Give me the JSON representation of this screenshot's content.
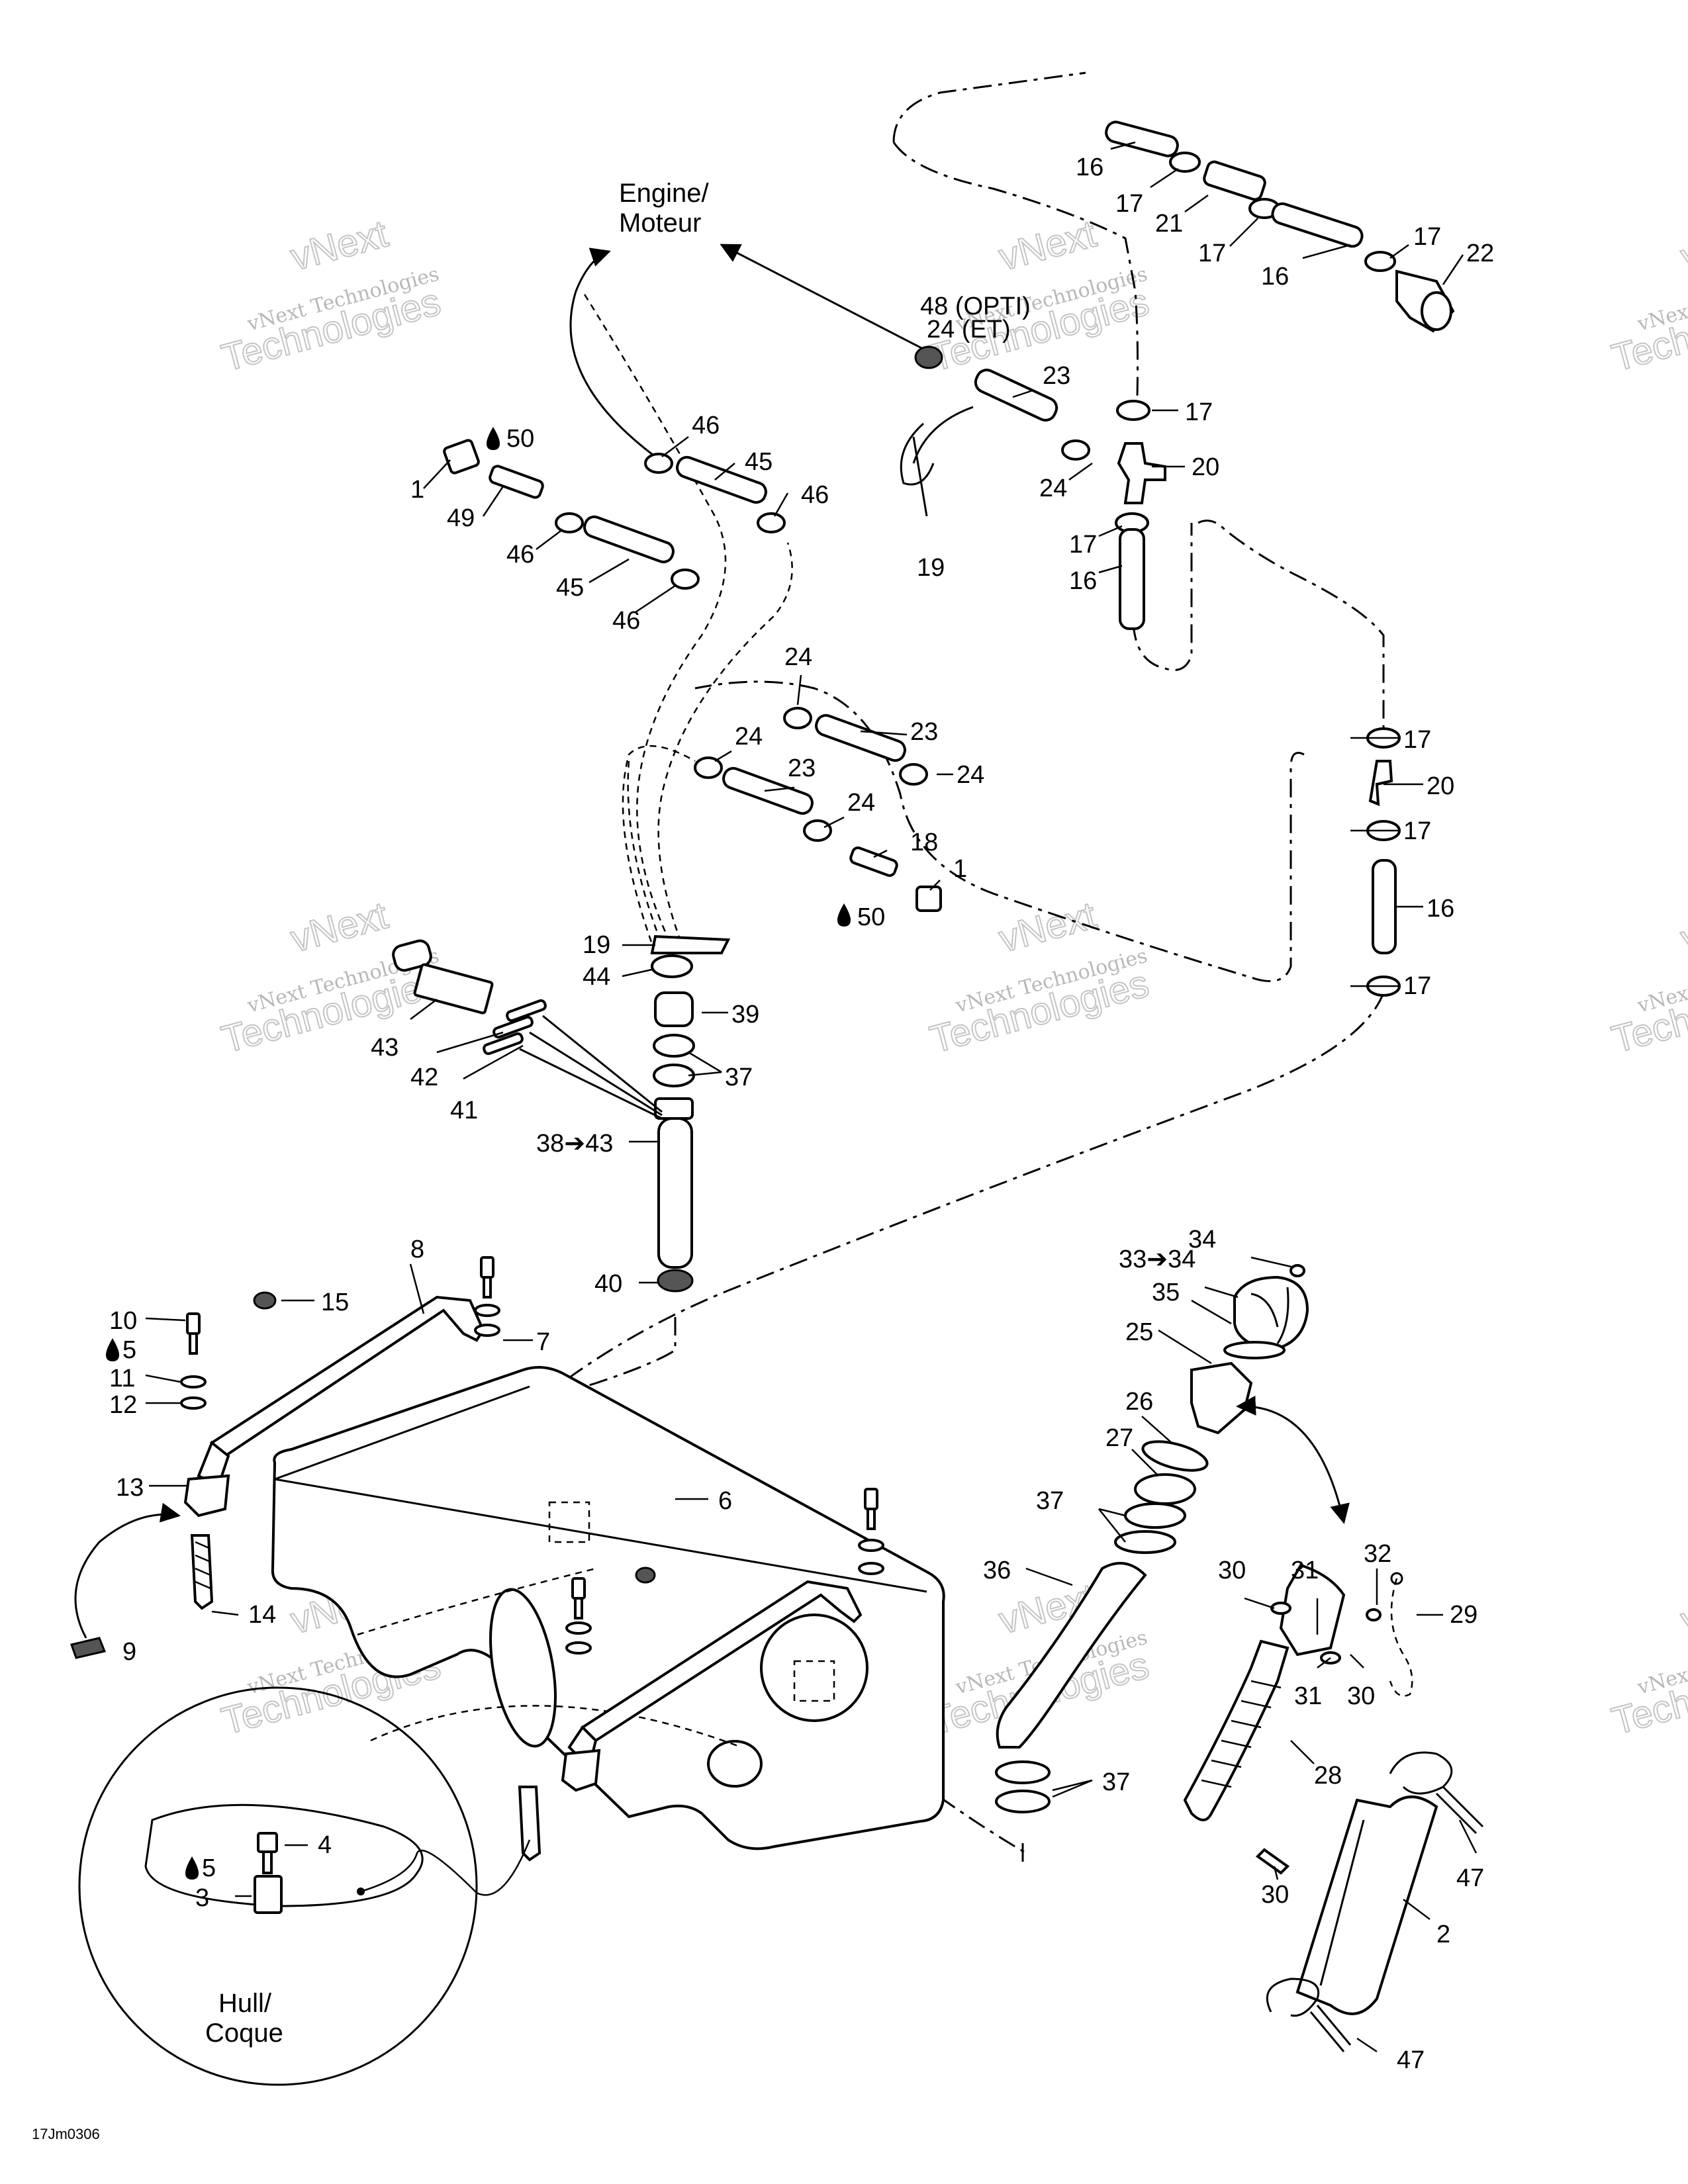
{
  "diagram": {
    "figure_ref": "17Jm0306",
    "headings": {
      "engine": [
        "Engine/",
        "Moteur"
      ],
      "hull": [
        "Hull/",
        "Coque"
      ]
    },
    "watermark": {
      "line1": "vNext",
      "line2": "vNext Technologies",
      "line3": "Technologies"
    },
    "callouts": {
      "c48_opti": "48 (OPTI)",
      "c24_et": "24 (ET)",
      "c16a": "16",
      "c17a": "17",
      "c21": "21",
      "c17b": "17",
      "c17c": "17",
      "c16b": "16",
      "c22": "22",
      "c23a": "23",
      "c17d": "17",
      "c20a": "20",
      "c24a": "24",
      "c17e": "17",
      "c16c": "16",
      "c19a": "19",
      "c50a": "50",
      "c1a": "1",
      "c49": "49",
      "c46a": "46",
      "c45a": "45",
      "c46b": "46",
      "c46c": "46",
      "c45b": "45",
      "c46d": "46",
      "c24b": "24",
      "c23b": "23",
      "c24c": "24",
      "c23c": "23",
      "c24d": "24",
      "c24e": "24",
      "c18": "18",
      "c1b": "1",
      "c50b": "50",
      "c17f": "17",
      "c20b": "20",
      "c17g": "17",
      "c16d": "16",
      "c17h": "17",
      "c19b": "19",
      "c44": "44",
      "c39": "39",
      "c37a": "37",
      "c43": "43",
      "c42": "42",
      "c41": "41",
      "c38_43": "38➔43",
      "c40": "40",
      "c8": "8",
      "c15": "15",
      "c10": "10",
      "c5a": "5",
      "c11": "11",
      "c12": "12",
      "c7": "7",
      "c13": "13",
      "c14": "14",
      "c9": "9",
      "c6": "6",
      "c34": "34",
      "c33_34": "33➔34",
      "c35": "35",
      "c25": "25",
      "c26": "26",
      "c27": "27",
      "c37b": "37",
      "c36": "36",
      "c30a": "30",
      "c31a": "31",
      "c32": "32",
      "c29": "29",
      "c31b": "31",
      "c30b": "30",
      "c28": "28",
      "c37c": "37",
      "c47a": "47",
      "c30c": "30",
      "c2": "2",
      "c47b": "47",
      "c4": "4",
      "c5b": "5",
      "c3": "3"
    },
    "icons": {
      "lubricant": "oil-drop-icon",
      "arrow": "direction-arrow-icon"
    }
  }
}
